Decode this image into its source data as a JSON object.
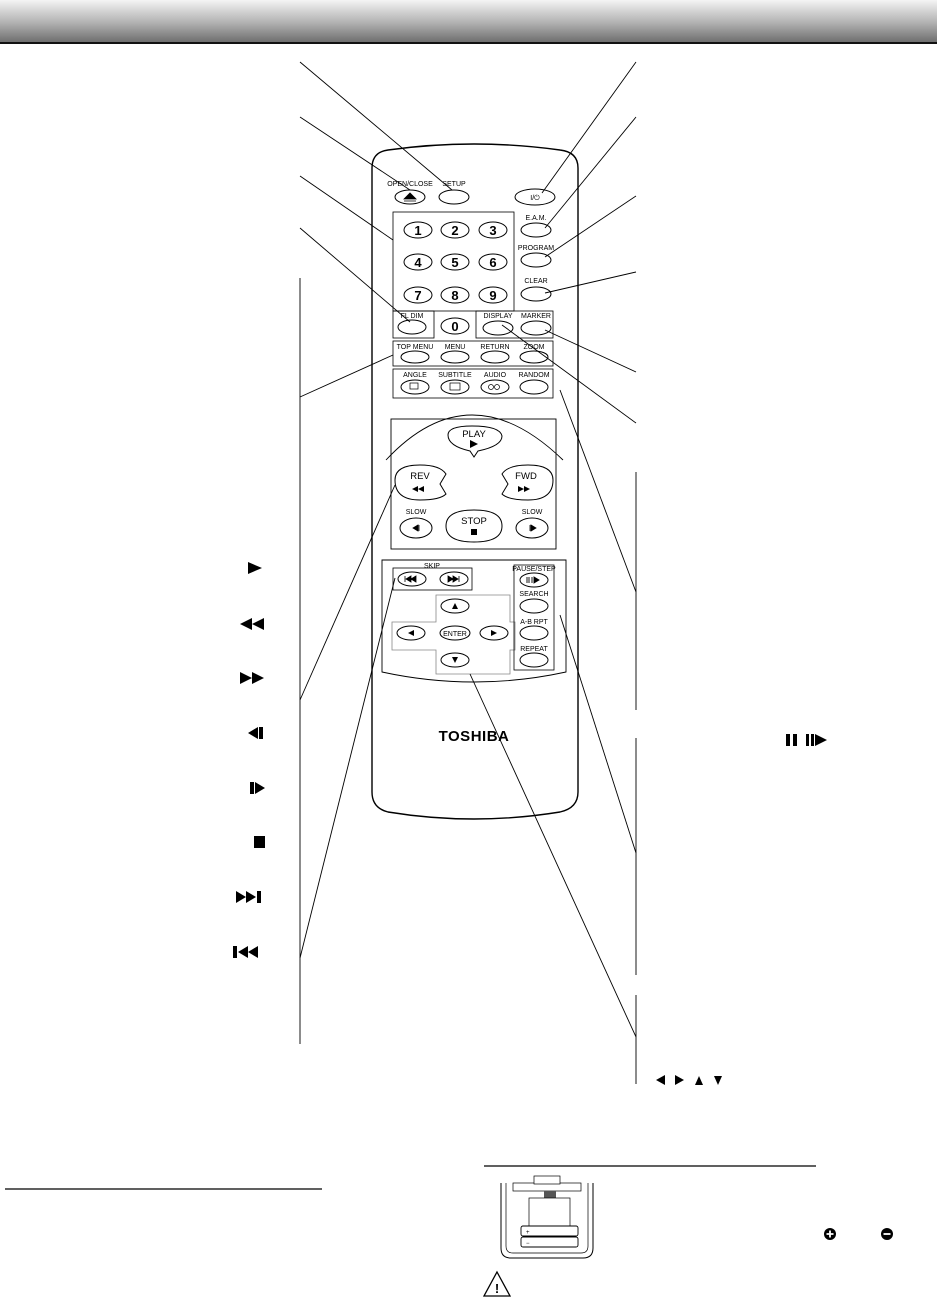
{
  "remote": {
    "brand": "TOSHIBA",
    "top": {
      "open_close": "OPEN/CLOSE",
      "setup": "SETUP",
      "power": "I/⏻"
    },
    "side": {
      "eam": "E.A.M.",
      "program": "PROGRAM",
      "clear": "CLEAR",
      "marker": "MARKER",
      "display": "DISPLAY",
      "fl_dim": "FL DIM"
    },
    "numbers": [
      "1",
      "2",
      "3",
      "4",
      "5",
      "6",
      "7",
      "8",
      "9",
      "0"
    ],
    "menu_row": [
      "TOP MENU",
      "MENU",
      "RETURN",
      "ZOOM"
    ],
    "func_row": [
      "ANGLE",
      "SUBTITLE",
      "AUDIO",
      "RANDOM"
    ],
    "transport": {
      "play": "PLAY",
      "rev": "REV",
      "fwd": "FWD",
      "slow_left": "SLOW",
      "stop": "STOP",
      "slow_right": "SLOW"
    },
    "skip": "SKIP",
    "enter": "ENTER",
    "right_group": [
      "PAUSE/STEP",
      "SEARCH",
      "A-B RPT",
      "REPEAT"
    ]
  },
  "legend_symbols": {
    "play": "▶",
    "rev": "◀◀",
    "fwd": "▶▶",
    "slow_rev": "◀▮",
    "slow_fwd": "▮▶",
    "stop": "■",
    "skip_next": "▶▶▮",
    "skip_prev": "▮◀◀",
    "pause_step": "▮▮ ▮▮▶",
    "arrows": "◀ ▶ ▲ ▼"
  },
  "battery_note": {
    "plus_symbol": "+",
    "minus_symbol": "−",
    "warning_symbol": "!"
  }
}
